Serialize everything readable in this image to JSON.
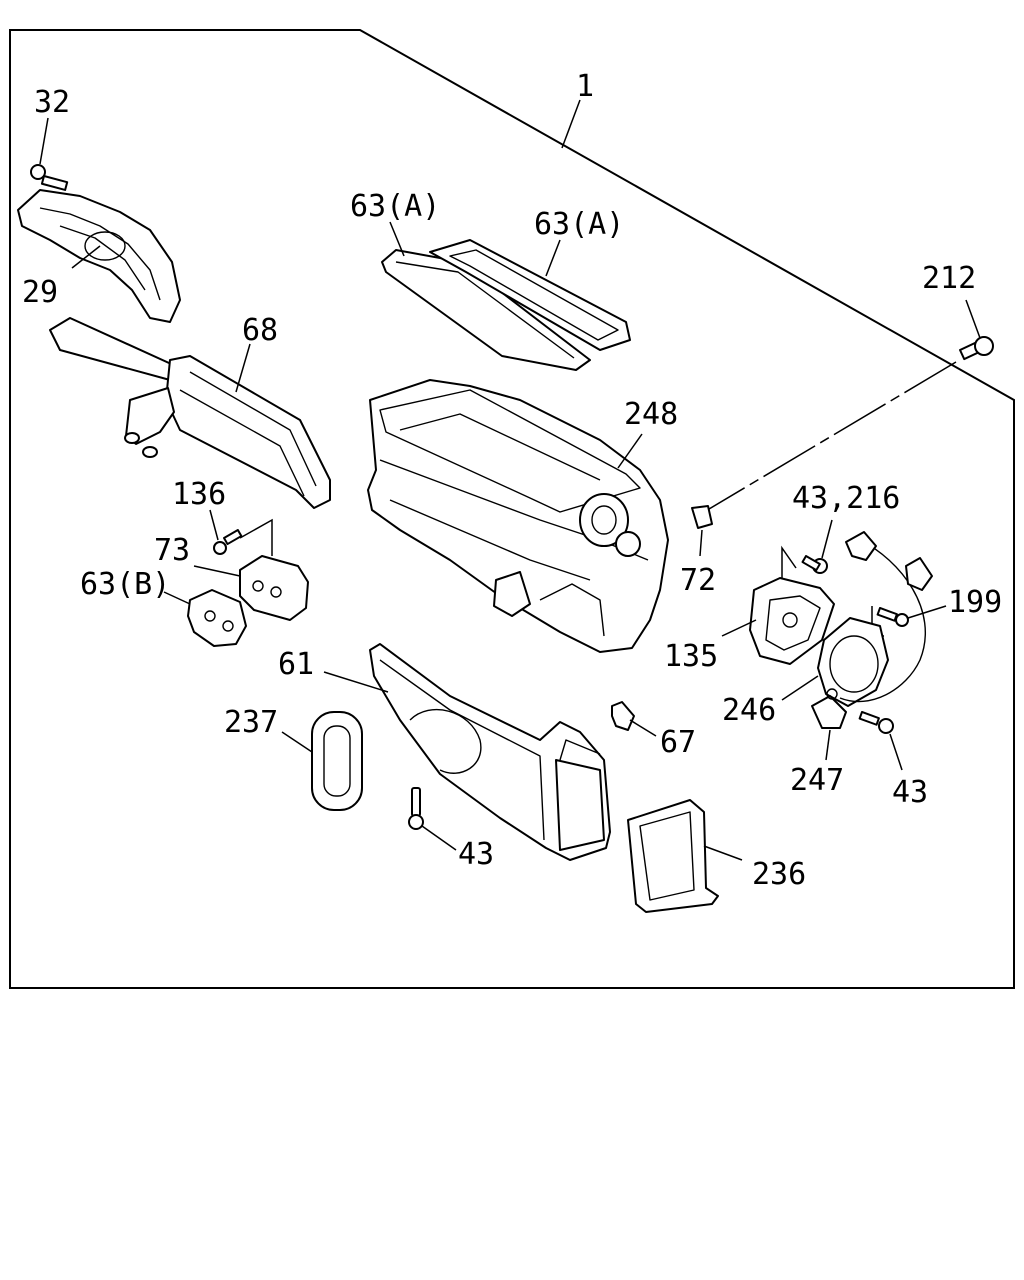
{
  "callouts": {
    "c1": "1",
    "c32": "32",
    "c29": "29",
    "c68": "68",
    "c63a_left": "63(A)",
    "c63a_right": "63(A)",
    "c212": "212",
    "c248": "248",
    "c136": "136",
    "c73": "73",
    "c63b": "63(B)",
    "c43_216": "43,216",
    "c72": "72",
    "c199": "199",
    "c135": "135",
    "c61": "61",
    "c246": "246",
    "c237": "237",
    "c67": "67",
    "c247": "247",
    "c43_right": "43",
    "c43_bottom": "43",
    "c236": "236"
  }
}
